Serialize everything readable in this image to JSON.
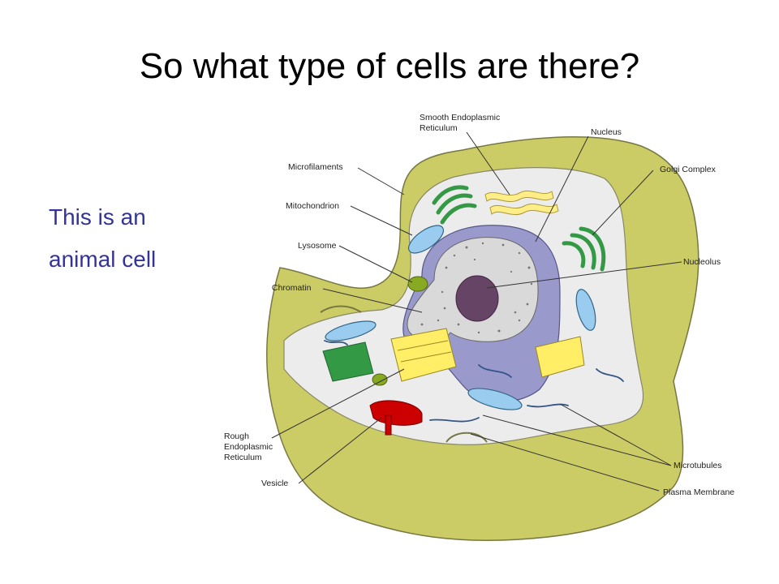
{
  "slide": {
    "title": "So what type of cells are there?",
    "body_lines": [
      "This is an",
      "animal cell"
    ]
  },
  "diagram": {
    "labels": {
      "smooth_er_line1": "Smooth Endoplasmic",
      "smooth_er_line2": "Reticulum",
      "nucleus": "Nucleus",
      "golgi": "Golgi Complex",
      "microfilaments": "Microfilaments",
      "mitochondrion": "Mitochondrion",
      "lysosome": "Lysosome",
      "nucleolus": "Nucleolus",
      "chromatin": "Chromatin",
      "rough_er_line1": "Rough",
      "rough_er_line2": "Endoplasmic",
      "rough_er_line3": "Reticulum",
      "vesicle": "Vesicle",
      "microtubules": "Microtubules",
      "plasma_membrane": "Plasma Membrane"
    },
    "colors": {
      "cytoplasm_outer": "#cccc66",
      "cytoplasm_inner": "#ececec",
      "nuclear_envelope": "#9999cc",
      "chromatin": "#d9d9d9",
      "nucleolus": "#664466",
      "mitochondrion": "#99ccee",
      "golgi": "#339944",
      "smooth_er": "#ffee88",
      "rough_er": "#ffee66",
      "vesicle": "#cc0000",
      "lysosome": "#88aa22",
      "microtubules": "#335588"
    }
  }
}
